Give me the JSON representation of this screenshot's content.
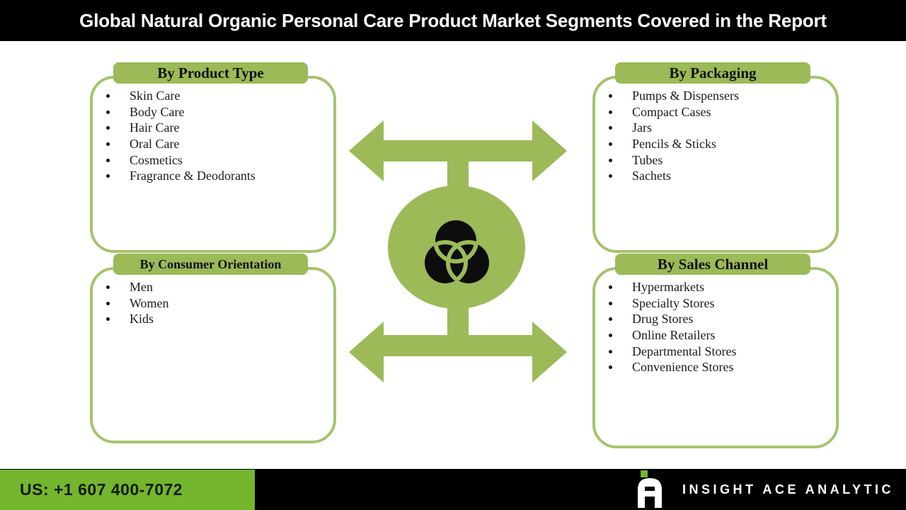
{
  "title": "Global Natural Organic Personal Care Product Market Segments Covered in the Report",
  "boxes": [
    {
      "id": "product-type",
      "label": "By Product Type",
      "items": [
        "Skin Care",
        "Body Care",
        "Hair Care",
        "Oral Care",
        "Cosmetics",
        "Fragrance & Deodorants"
      ]
    },
    {
      "id": "packaging",
      "label": "By Packaging",
      "items": [
        "Pumps & Dispensers",
        "Compact Cases",
        "Jars",
        "Pencils & Sticks",
        "Tubes",
        "Sachets"
      ]
    },
    {
      "id": "consumer-orientation",
      "label": "By Consumer Orientation",
      "items": [
        "Men",
        "Women",
        "Kids"
      ]
    },
    {
      "id": "sales-channel",
      "label": "By Sales Channel",
      "items": [
        "Hypermarkets",
        "Specialty Stores",
        "Drug Stores",
        "Online Retailers",
        "Departmental Stores",
        "Convenience Stores"
      ]
    }
  ],
  "center": {
    "icon": "venn-diagram-icon"
  },
  "footer": {
    "phone": "US: +1 607 400-7072",
    "brand": "INSIGHT ACE ANALYTIC"
  },
  "colors": {
    "olive_green": "#9cba58",
    "box_border_green": "#a6c36c",
    "footer_green": "#74b62e",
    "title_bar_black": "#000000",
    "list_text": "#1b1b1b"
  }
}
